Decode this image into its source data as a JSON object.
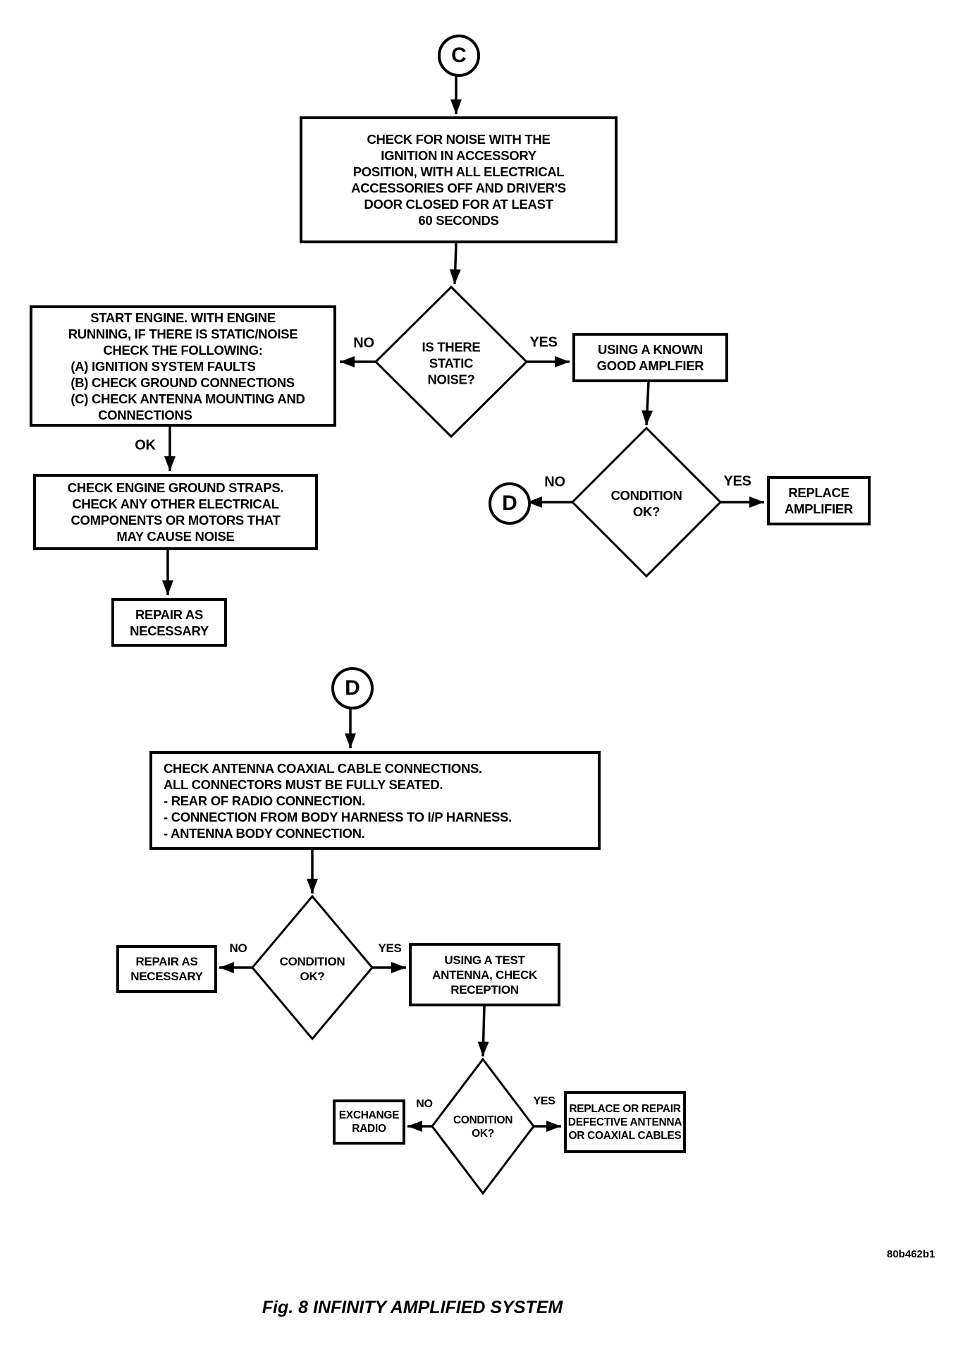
{
  "figure": {
    "caption": "Fig. 8 INFINITY AMPLIFIED SYSTEM",
    "doc_code": "80b462b1"
  },
  "colors": {
    "ink": "#000000",
    "paper": "#ffffff"
  },
  "connectors": {
    "c": "C",
    "d_out": "D",
    "d_in": "D"
  },
  "nodes": {
    "check_noise": "CHECK FOR NOISE WITH THE\nIGNITION IN ACCESSORY\nPOSITION, WITH ALL ELECTRICAL\nACCESSORIES OFF AND DRIVER'S\nDOOR CLOSED FOR AT LEAST\n60 SECONDS",
    "static_noise_q": "IS THERE\nSTATIC\nNOISE?",
    "start_engine_intro": "START ENGINE. WITH ENGINE\nRUNNING, IF THERE IS STATIC/NOISE\nCHECK THE FOLLOWING:",
    "start_engine_items": "(A) IGNITION SYSTEM FAULTS\n(B) CHECK GROUND CONNECTIONS\n(C) CHECK ANTENNA MOUNTING AND\n        CONNECTIONS",
    "check_ground_straps": "CHECK ENGINE GROUND STRAPS.\nCHECK ANY OTHER ELECTRICAL\nCOMPONENTS OR MOTORS THAT\nMAY CAUSE NOISE",
    "repair_1": "REPAIR AS\nNECESSARY",
    "known_amp": "USING A KNOWN\nGOOD AMPLFIER",
    "condition_1": "CONDITION\nOK?",
    "replace_amp": "REPLACE\nAMPLIFIER",
    "check_coax": "CHECK ANTENNA COAXIAL CABLE CONNECTIONS.\nALL CONNECTORS MUST BE FULLY SEATED.\n- REAR OF RADIO CONNECTION.\n- CONNECTION FROM BODY HARNESS TO I/P HARNESS.\n- ANTENNA BODY CONNECTION.",
    "condition_2": "CONDITION\nOK?",
    "repair_2": "REPAIR AS\nNECESSARY",
    "test_antenna": "USING A TEST\nANTENNA, CHECK\nRECEPTION",
    "condition_3": "CONDITION\nOK?",
    "exchange_radio": "EXCHANGE\nRADIO",
    "replace_antenna": "REPLACE OR REPAIR\nDEFECTIVE ANTENNA\nOR COAXIAL CABLES"
  },
  "edge_labels": {
    "no_1": "NO",
    "yes_1": "YES",
    "ok": "OK",
    "no_2": "NO",
    "yes_2": "YES",
    "no_3": "NO",
    "yes_3": "YES",
    "no_4": "NO",
    "yes_4": "YES"
  }
}
